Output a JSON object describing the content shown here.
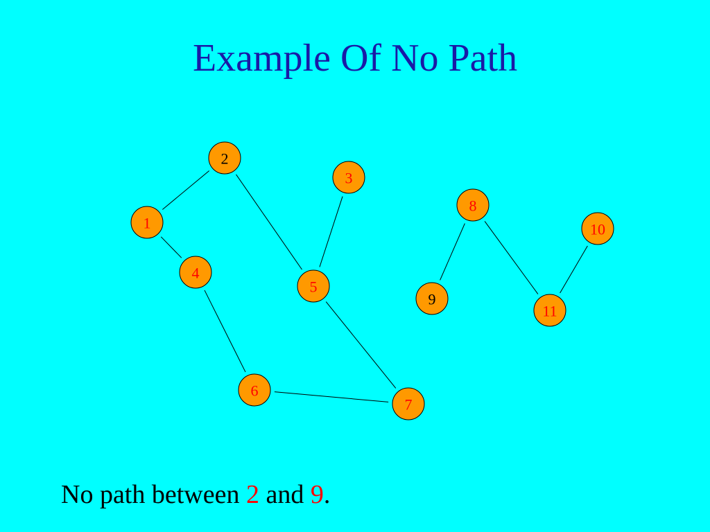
{
  "title": "Example Of No Path",
  "colors": {
    "background": "#00ffff",
    "title": "#1a1aa6",
    "node_fill": "#ff9900",
    "label_red": "#ff0000",
    "label_black": "#000000"
  },
  "graph": {
    "nodes": [
      {
        "id": "1",
        "label": "1",
        "label_color": "red"
      },
      {
        "id": "2",
        "label": "2",
        "label_color": "black"
      },
      {
        "id": "3",
        "label": "3",
        "label_color": "red"
      },
      {
        "id": "4",
        "label": "4",
        "label_color": "red"
      },
      {
        "id": "5",
        "label": "5",
        "label_color": "red"
      },
      {
        "id": "6",
        "label": "6",
        "label_color": "red"
      },
      {
        "id": "7",
        "label": "7",
        "label_color": "red"
      },
      {
        "id": "8",
        "label": "8",
        "label_color": "red"
      },
      {
        "id": "9",
        "label": "9",
        "label_color": "black"
      },
      {
        "id": "10",
        "label": "10",
        "label_color": "red"
      },
      {
        "id": "11",
        "label": "11",
        "label_color": "red"
      }
    ],
    "edges": [
      {
        "from": "1",
        "to": "2"
      },
      {
        "from": "1",
        "to": "4"
      },
      {
        "from": "2",
        "to": "5"
      },
      {
        "from": "3",
        "to": "5"
      },
      {
        "from": "4",
        "to": "6"
      },
      {
        "from": "5",
        "to": "7"
      },
      {
        "from": "6",
        "to": "7"
      },
      {
        "from": "8",
        "to": "9"
      },
      {
        "from": "8",
        "to": "11"
      },
      {
        "from": "10",
        "to": "11"
      }
    ]
  },
  "caption": {
    "prefix": "No path between ",
    "node_a": "2",
    "middle": " and ",
    "node_b": "9",
    "suffix": "."
  }
}
